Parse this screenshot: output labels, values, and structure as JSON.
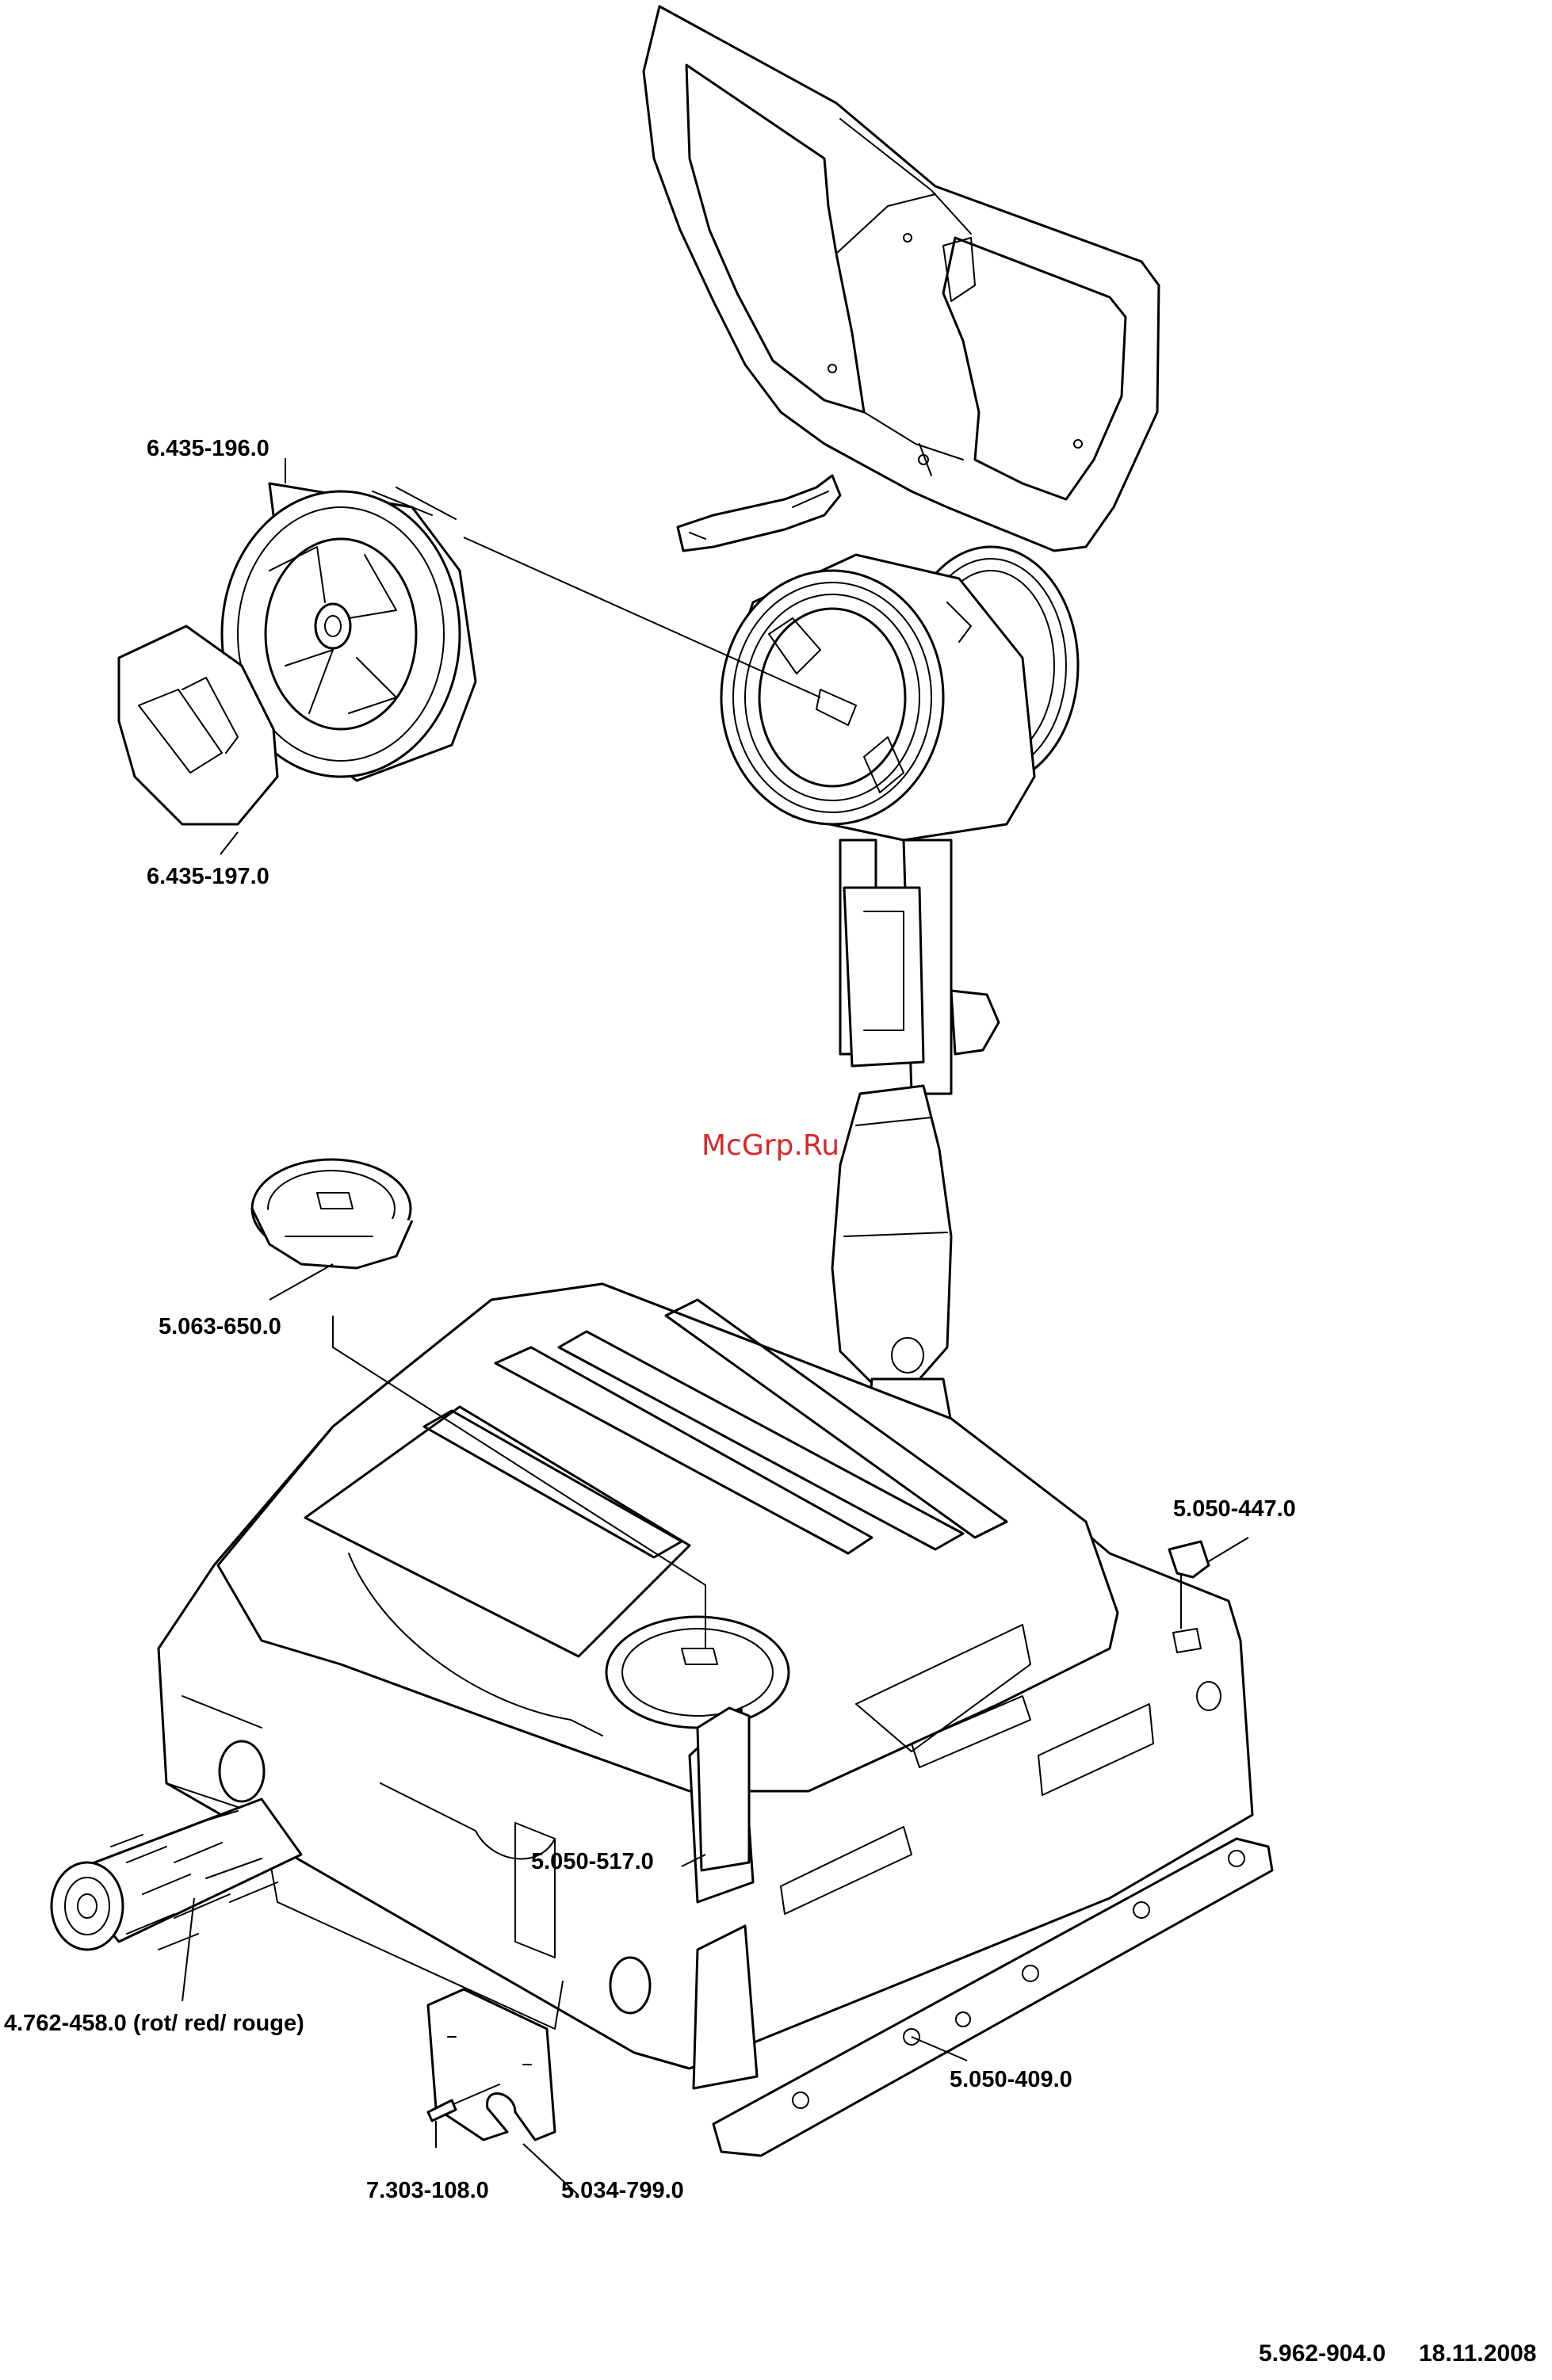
{
  "parts": {
    "wheel": "6.435-196.0",
    "wheel_cap": "6.435-197.0",
    "tank_lid": "5.063-650.0",
    "clip": "5.050-447.0",
    "bumper": "5.050-517.0",
    "brush_roller": "4.762-458.0 (rot/ red/ rouge)",
    "squeegee_strip": "5.050-409.0",
    "screw": "7.303-108.0",
    "cover_plate": "5.034-799.0"
  },
  "watermark": "McGrp.Ru",
  "footer": {
    "drawing_number": "5.962-904.0",
    "date": "18.11.2008"
  }
}
